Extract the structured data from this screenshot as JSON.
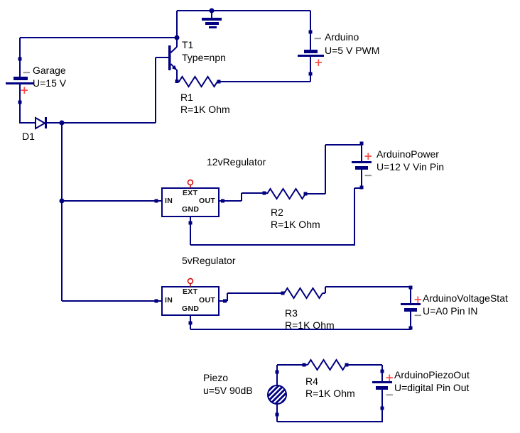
{
  "diagram": {
    "kind": "circuit-schematic",
    "background": "#ffffff",
    "wire_color": "#000080",
    "plus_color": "#ff4c4c",
    "minus_color": "#8c8c8c",
    "ext_pin_color": "#dd0000"
  },
  "symbols": {
    "plus": "+",
    "minus": "−"
  },
  "components": {
    "t1": {
      "name": "T1",
      "type": "Type=npn"
    },
    "r1": {
      "name": "R1",
      "value": "R=1K Ohm"
    },
    "r2": {
      "name": "R2",
      "value": "R=1K Ohm"
    },
    "r3": {
      "name": "R3",
      "value": "R=1K Ohm"
    },
    "r4": {
      "name": "R4",
      "value": "R=1K Ohm"
    },
    "d1": {
      "name": "D1"
    },
    "garage": {
      "name": "Garage",
      "value": "U=15 V"
    },
    "arduino": {
      "name": "Arduino",
      "value": "U=5 V PWM"
    },
    "arduino_power": {
      "name": "ArduinoPower",
      "value": "U=12 V Vin Pin"
    },
    "arduino_voltage_stat": {
      "name": "ArduinoVoltageStat",
      "value": "U=A0 Pin IN"
    },
    "arduino_piezo_out": {
      "name": "ArduinoPiezoOut",
      "value": "U=digital Pin Out"
    },
    "piezo": {
      "name": "Piezo",
      "value": "u=5V 90dB"
    },
    "regulator_12v": {
      "name": "12vRegulator",
      "pins": {
        "in": "IN",
        "ext": "EXT",
        "out": "OUT",
        "gnd": "GND"
      }
    },
    "regulator_5v": {
      "name": "5vRegulator",
      "pins": {
        "in": "IN",
        "ext": "EXT",
        "out": "OUT",
        "gnd": "GND"
      }
    }
  }
}
